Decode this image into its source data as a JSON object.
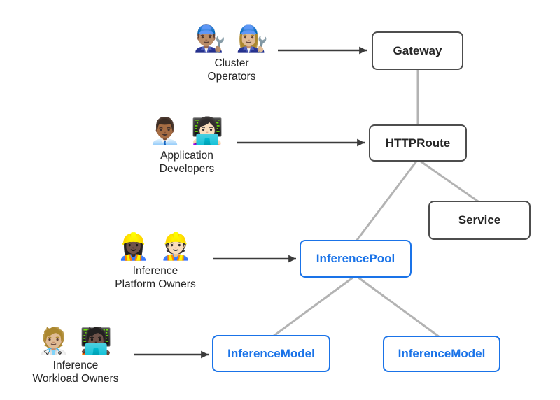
{
  "diagram": {
    "colors": {
      "background": "#ffffff",
      "node_border_dark": "#4d4d4d",
      "node_text_dark": "#262626",
      "node_border_blue": "#1a73e8",
      "node_text_blue": "#1a73e8",
      "connector_gray": "#b3b3b3",
      "arrow_black": "#3b3b3b",
      "persona_text": "#262626"
    },
    "nodes": [
      {
        "id": "gateway",
        "label": "Gateway",
        "style": "dark"
      },
      {
        "id": "httproute",
        "label": "HTTPRoute",
        "style": "dark"
      },
      {
        "id": "service",
        "label": "Service",
        "style": "dark"
      },
      {
        "id": "inferencepool",
        "label": "InferencePool",
        "style": "blue"
      },
      {
        "id": "inferencemodel-left",
        "label": "InferenceModel",
        "style": "blue"
      },
      {
        "id": "inferencemodel-right",
        "label": "InferenceModel",
        "style": "blue"
      }
    ],
    "personas": [
      {
        "id": "cluster-operators",
        "emoji": "👨🏽‍🔧 👩🏼‍🔧",
        "label_lines": [
          "Cluster",
          "Operators"
        ]
      },
      {
        "id": "application-developers",
        "emoji": "👨🏾‍💼 👩🏻‍💻",
        "label_lines": [
          "Application",
          "Developers"
        ]
      },
      {
        "id": "inference-platform-owners",
        "emoji": "👷🏿‍♀️ 👷🏻",
        "label_lines": [
          "Inference",
          "Platform Owners"
        ]
      },
      {
        "id": "inference-workload-owners",
        "emoji": "🧑🏼‍⚕️ 🧑🏿‍💻",
        "label_lines": [
          "Inference",
          "Workload Owners"
        ]
      }
    ],
    "edges": [
      {
        "from": "cluster-operators",
        "to": "gateway",
        "style": "arrow"
      },
      {
        "from": "application-developers",
        "to": "httproute",
        "style": "arrow"
      },
      {
        "from": "inference-platform-owners",
        "to": "inferencepool",
        "style": "arrow"
      },
      {
        "from": "inference-workload-owners",
        "to": "inferencemodel-left",
        "style": "arrow"
      },
      {
        "from": "gateway",
        "to": "httproute",
        "style": "line"
      },
      {
        "from": "httproute",
        "to": "service",
        "style": "line"
      },
      {
        "from": "httproute",
        "to": "inferencepool",
        "style": "line"
      },
      {
        "from": "inferencepool",
        "to": "inferencemodel-left",
        "style": "line"
      },
      {
        "from": "inferencepool",
        "to": "inferencemodel-right",
        "style": "line"
      }
    ]
  }
}
